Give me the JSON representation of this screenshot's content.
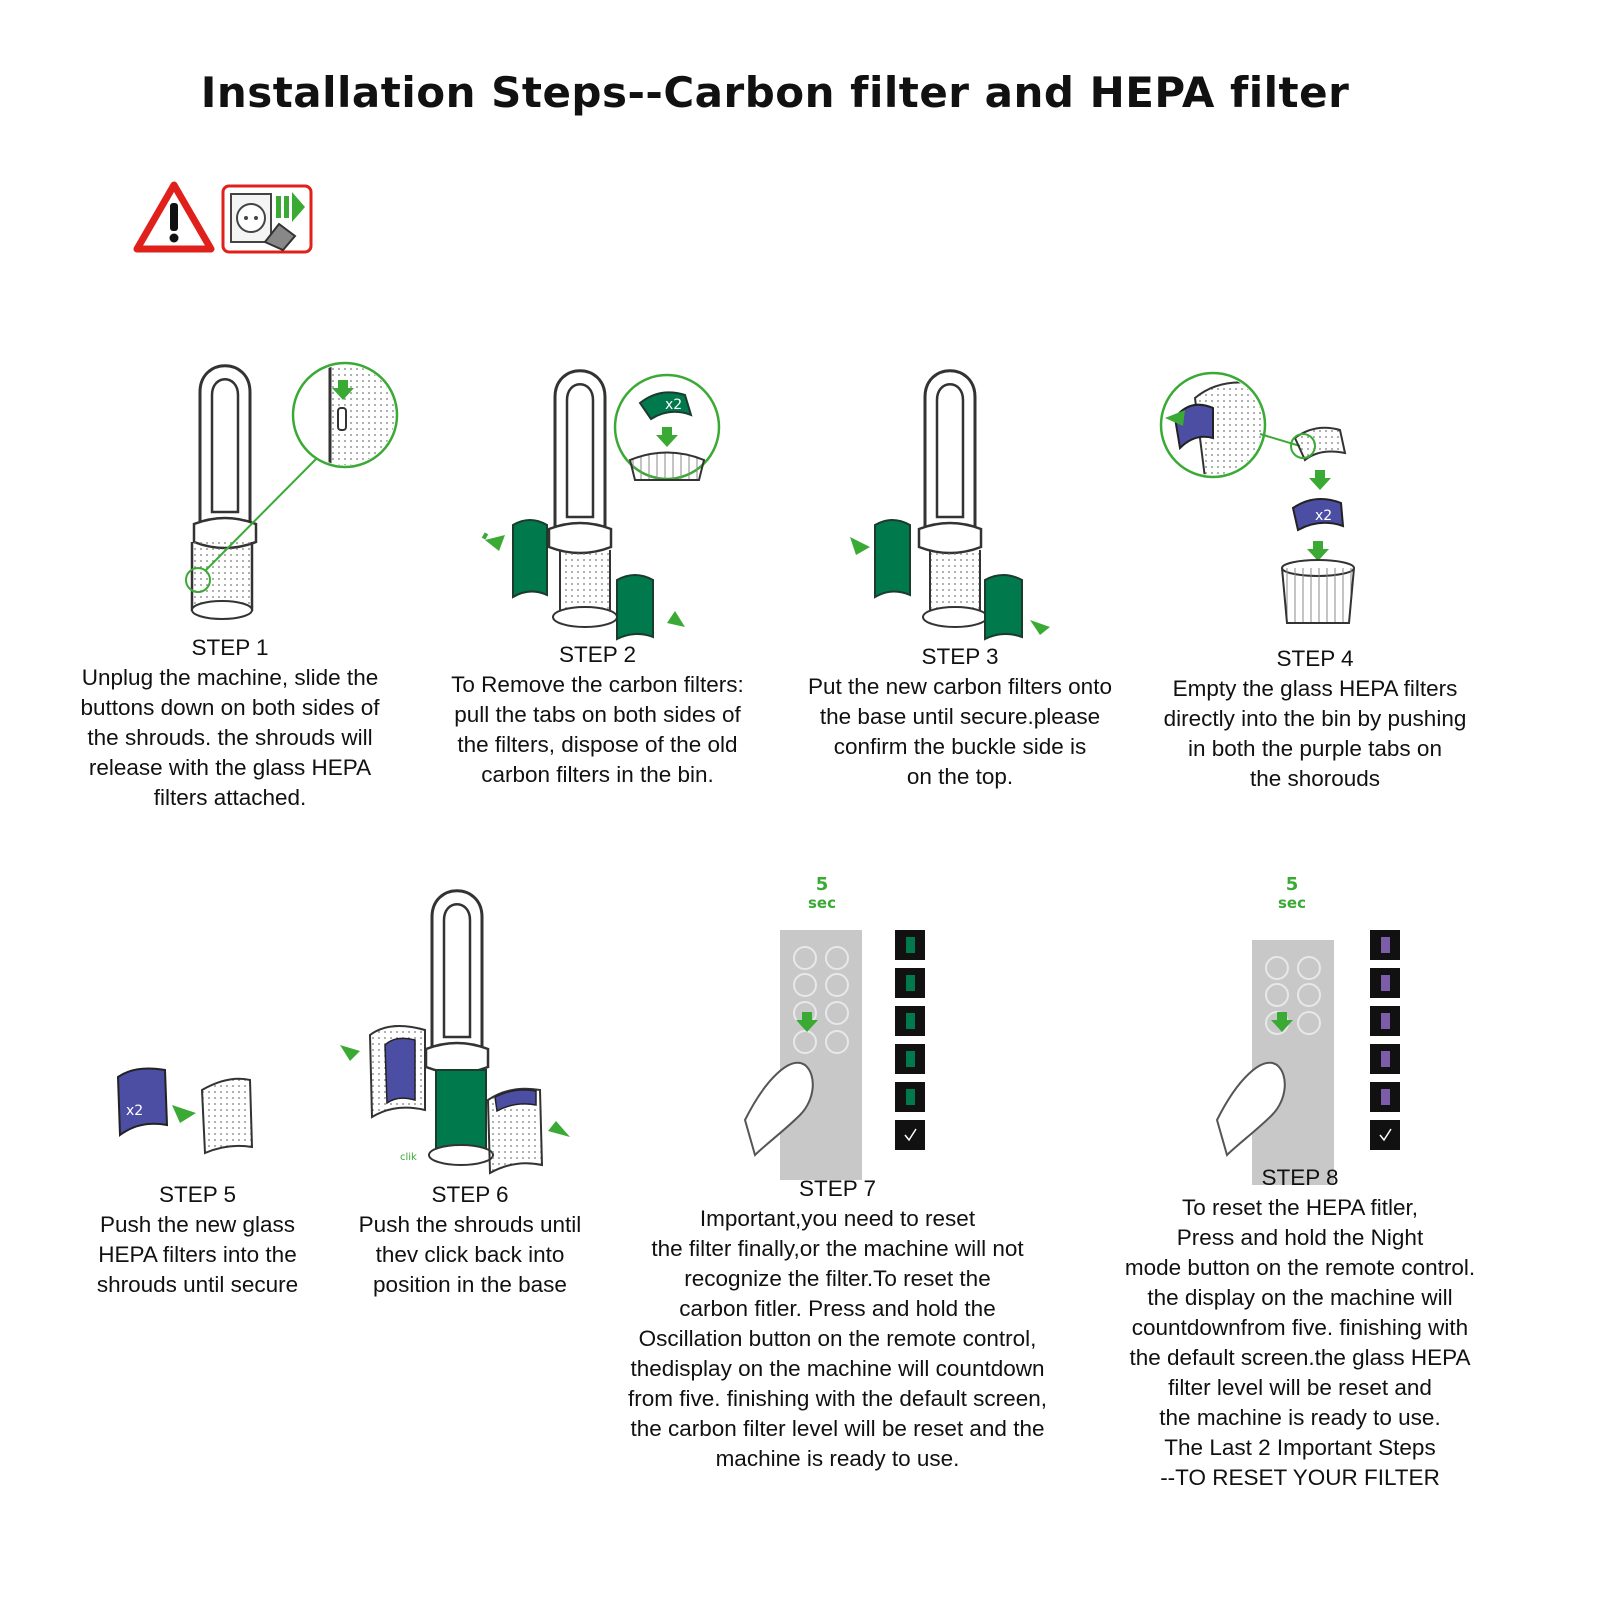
{
  "title": "Installation Steps--Carbon filter and HEPA filter",
  "colors": {
    "green": "#3aaa35",
    "carbon": "#007a4d",
    "hepa_purple": "#4b4ea3",
    "warning_red": "#e0201b",
    "remote_grey": "#c8c8c8"
  },
  "icons": [
    "warning-triangle-icon",
    "unplug-icon"
  ],
  "steps": [
    {
      "heading": "STEP 1",
      "text": "Unplug the machine, slide the\nbuttons down on both sides of\nthe shrouds. the shrouds will\nrelease with the glass HEPA\nfilters attached."
    },
    {
      "heading": "STEP 2",
      "text": "To Remove the carbon filters:\npull the tabs on both sides of\nthe filters, dispose of the old\ncarbon filters in the bin.",
      "badge": "x2"
    },
    {
      "heading": "STEP 3",
      "text": "Put the new carbon filters onto\nthe base until secure.please\nconfirm the buckle side is\non the top."
    },
    {
      "heading": "STEP 4",
      "text": "Empty the glass HEPA filters\ndirectly into the bin by pushing\nin both the purple tabs on\nthe shorouds",
      "badge": "x2"
    },
    {
      "heading": "STEP 5",
      "text": "Push the new glass\nHEPA filters into the\nshrouds until secure",
      "badge": "x2"
    },
    {
      "heading": "STEP 6",
      "text": "Push the shrouds until\nthev click back into\nposition in the base",
      "click_label": "clik"
    },
    {
      "heading": "STEP 7",
      "text": "Important,you need to reset\nthe filter finally,or the machine will not\nrecognize the filter.To reset the\ncarbon fitler. Press and hold the\nOscillation button on the remote control,\nthedisplay on the machine will countdown\nfrom five. finishing with the default screen,\n the carbon filter level will be reset and the\nmachine is ready to use.",
      "hold_number": "5",
      "hold_unit": "sec"
    },
    {
      "heading": "STEP 8",
      "text": "To reset the HEPA fitler,\nPress and hold the Night\nmode button on the remote control.\nthe display on the machine will\ncountdownfrom five. finishing with\nthe default screen.the glass HEPA\nfilter level will be reset and\nthe machine is ready to use.\nThe Last 2 Important Steps\n--TO RESET YOUR FILTER",
      "hold_number": "5",
      "hold_unit": "sec"
    }
  ]
}
